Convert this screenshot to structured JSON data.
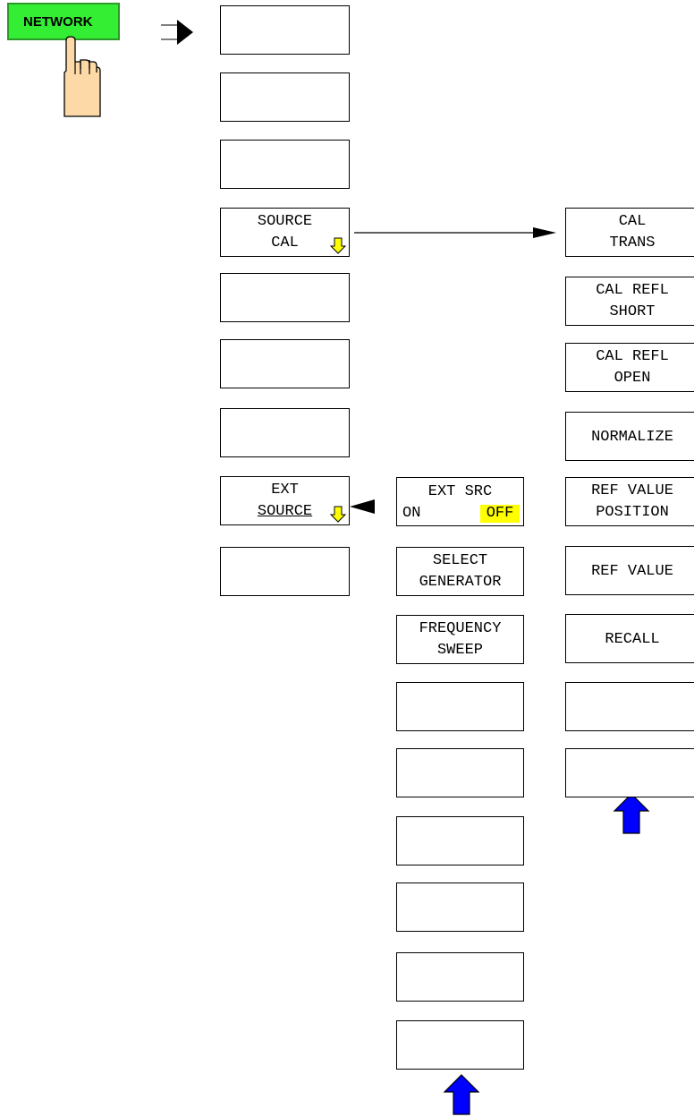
{
  "hardkey": {
    "label": "NETWORK"
  },
  "col1": [
    {
      "lines": []
    },
    {
      "lines": []
    },
    {
      "lines": []
    },
    {
      "lines": [
        "SOURCE",
        "CAL"
      ],
      "submenu": true
    },
    {
      "lines": []
    },
    {
      "lines": []
    },
    {
      "lines": []
    },
    {
      "lines": [
        "EXT",
        "SOURCE"
      ],
      "submenu": true
    },
    {
      "lines": []
    }
  ],
  "col2": {
    "ext_src": {
      "line1": "EXT SRC",
      "on": "ON",
      "off": "OFF"
    },
    "keys": [
      {
        "lines": [
          "SELECT",
          "GENERATOR"
        ]
      },
      {
        "lines": [
          "FREQUENCY",
          "SWEEP"
        ]
      },
      {
        "lines": []
      },
      {
        "lines": []
      },
      {
        "lines": []
      },
      {
        "lines": []
      },
      {
        "lines": []
      },
      {
        "lines": []
      }
    ]
  },
  "col3": [
    {
      "lines": [
        "CAL",
        "TRANS"
      ]
    },
    {
      "lines": [
        "CAL REFL",
        "SHORT"
      ]
    },
    {
      "lines": [
        "CAL REFL",
        "OPEN"
      ]
    },
    {
      "lines": [
        "NORMALIZE"
      ]
    },
    {
      "lines": [
        "REF VALUE",
        "POSITION"
      ]
    },
    {
      "lines": [
        "REF VALUE"
      ]
    },
    {
      "lines": [
        "RECALL"
      ]
    },
    {
      "lines": []
    },
    {
      "lines": []
    }
  ],
  "colors": {
    "hardkey": "#33ee33",
    "highlight": "#ffff00",
    "back_arrow": "#0000ff",
    "submenu_arrow": "#ffff00"
  }
}
